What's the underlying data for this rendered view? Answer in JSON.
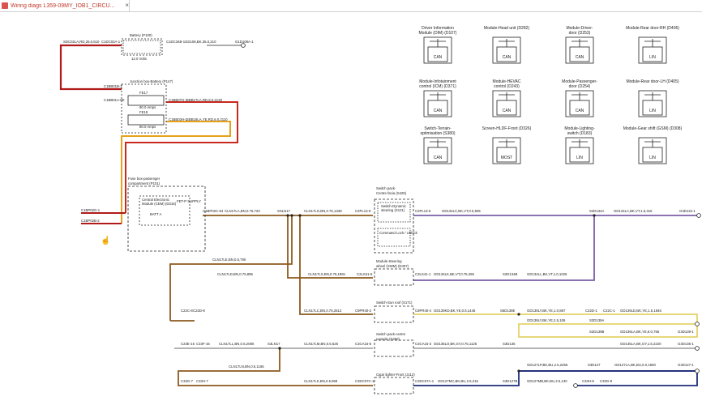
{
  "tab": {
    "title": "Wiring diags L359-09MY_IOB1_CIRCU...",
    "close": "×"
  },
  "labels": {
    "battery": "Battery (P100)",
    "battery_v": "12.0 Volts",
    "w_sdc": "SDC02LA,RD,25.0,610",
    "c1dc": "C1DC02A-1",
    "c1dc2": "C1DC34B-1",
    "gd108": "GD108,BK,35.0,210",
    "gd108a": "G1D108A-1",
    "jbox": "Junction box-Battery (P147)",
    "c1bb01b": "C1BB01B-1",
    "c1bb01a": "C1BB01A-8E",
    "fe17": "FE17",
    "amps80a": "80.0 Amps",
    "c1bb07g": "C1BB07G-1",
    "w_sbb17": "SBB17LA,RD,6.0,2130",
    "fe18": "FE18",
    "amps80b": "80.0 Amps",
    "c1bb03h": "C1BB03H-1",
    "w_sbb18": "SBB18LA,YE,RD,6.0,2110",
    "fusebox": "Fuse box-passenger",
    "fusebox2": "compartment (P101)",
    "cem": "Central Electronic",
    "cem2": "Module (CEM) (D316)",
    "fetp": "FET-P SUPPLY",
    "batta": "BATT A",
    "c1bp02g": "C1BP02G-1",
    "c1bp02b": "C1BP02B-2",
    "c1bp02c": "C1BP02C-54",
    "w_cln17la": "CLN17LA,BN,0.75,720",
    "sln17": "SSLN17",
    "w_cln17lg": "CLN17LG,BN,0.75,1338",
    "c2pl13": "C2PL13-9",
    "swpack": "Switch pack-",
    "swpack2": "Centre facia (S425)",
    "swdyn": "Switch-Dynamic",
    "swdyn2": "steering (S121)",
    "cmdlock": "Command Lock / Unlock",
    "c2pl13b": "C2PL13-5",
    "w_gd134lc": "GD134LC,BK,VT,0.5,505",
    "s2d134a": "S2D134A",
    "w_gd134la": "GD134LA,BK,VT,1.5,315",
    "g3d134": "G3D134-1",
    "w_cln17le": "CLN17LE,BN,0.5,790",
    "w_cln17ld": "CLN17LD,BN,0.75,895",
    "w_cln17ls": "CLN17LS,BN,0.75,1881",
    "c2ls41": "C2LS41-6",
    "swsw": "Module-Steering",
    "swsw2": "wheel (SWM) (D407)",
    "c3ls41": "C3LS41-1",
    "w_gd134lk": "GD134LK,BK,VT,0.75,265",
    "s2d134b": "S2D134B",
    "w_gd134ll": "GD134LL,BK,VT,1.0,1026",
    "sunroof": "Switch-Sun roof (S171)",
    "c22c": "C22C-8",
    "c22d": "C22D-8",
    "w_cln17lc": "CLN17LC,BN,0.75,2512",
    "c9pr40": "C9PR40-2",
    "c9pr40b": "C9PR40-4",
    "w_gd139kd": "GD139KD,BK,YE,0.5,1445",
    "s5d139e": "S5D139E",
    "w_gd139ly": "GD139LY,BK,YE,1.0,867",
    "c22d1": "C22D-1",
    "c22c1": "C22C-1",
    "w_gd139ld": "GD139LD,BK,YE,1.5,1846",
    "s2d139a": "S2D139A",
    "w_gd139ly2": "GD139LY,BK,YE,2.5,106",
    "s2d139b": "S2D139B",
    "w_gd139la": "GD139LA,BK,YE,6.0,755",
    "g3d139": "G3D139-1",
    "swpackc": "Switch pack-centre",
    "swpackc2": "console (S350)",
    "c23e": "C23E-16",
    "c23f": "C23F-16",
    "w_cln17ll": "CLN17LL,BN,0.5,2080",
    "sln17b": "S3LN17",
    "w_cln17lm": "CLN17LM,BN,0.5,525",
    "c3ca15": "C3CA15-5",
    "c3ca15b": "C3CA15-3",
    "w_gd135lo": "GD135LO,BK,GY,0.75,1125",
    "s3d135": "S3D135",
    "w_gd135la": "GD135LA,BK,GY,1.5,2220",
    "g3d135": "G3D135-1",
    "w_cln17ln": "CLN17LN,BN,0.5,1165",
    "w_gd127lp": "GD127LP,BK,BU,2.5,2255",
    "s3d127": "S3D127",
    "w_gd127la": "GD127LA,BK,BU,6.0,1550",
    "g3d127": "G3D127-1",
    "cigar": "Cigar lighter-Front (J112)",
    "c33g": "C33G-7",
    "c33h": "C33H-7",
    "w_cln17lk": "CLN17LK,BN,0.5,969",
    "c3dc07c": "C3DC07C-1",
    "c3dc07a": "C3DC07A-1",
    "w_gd127mc": "GD127MC,BK,BU,2.5,215",
    "s3d127b": "S3D127B",
    "w_gd127mb": "GD127MB,BK,BU,2.5,130",
    "c33h8": "C33H-8",
    "c33g8": "C33G-8"
  },
  "modules": [
    {
      "name1": "Driver Information",
      "name2": "Module (DIM) (D107)",
      "icon": "CAN"
    },
    {
      "name1": "Module-Head unit (D282)",
      "name2": "",
      "icon": "CAN"
    },
    {
      "name1": "Module-Driver-",
      "name2": "door (D253)",
      "icon": "CAN"
    },
    {
      "name1": "Module-Rear door-RH (D406)",
      "name2": "",
      "icon": "LIN"
    },
    {
      "name1": "Module-Infotainment",
      "name2": "control (ICM) (D371)",
      "icon": "CAN"
    },
    {
      "name1": "Module-HEVAC",
      "name2": "control (D243)",
      "icon": "CAN"
    },
    {
      "name1": "Module-Passenger-",
      "name2": "door (D254)",
      "icon": "CAN"
    },
    {
      "name1": "Module-Rear door-LH (D405)",
      "name2": "",
      "icon": "LIN"
    },
    {
      "name1": "Switch-Terrain-",
      "name2": "optimisation (S380)",
      "icon": "CAN"
    },
    {
      "name1": "Screen-HLDF-Front (D326)",
      "name2": "",
      "icon": "MOST"
    },
    {
      "name1": "Module-Lighting-",
      "name2": "switch (D183)",
      "icon": "LIN"
    },
    {
      "name1": "Module-Gear shift (GSM) (D308)",
      "name2": "",
      "icon": "LIN"
    }
  ],
  "colors": {
    "battery_wire": "#b11a1a",
    "red_wire": "#c8281e",
    "yellow_wire": "#e6a21a",
    "brown_wire": "#8c5a1e",
    "purple_wire": "#7b5fa5",
    "olive_wire": "#e4d26a",
    "grey_wire": "#a8a8a8",
    "blue_wire": "#1f2c7a"
  }
}
